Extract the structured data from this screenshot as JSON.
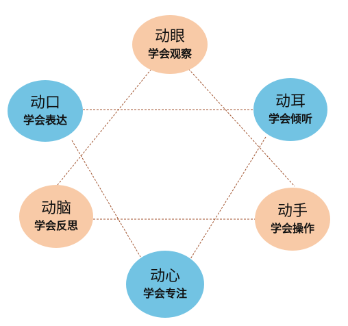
{
  "nodes": {
    "eye": {
      "title": "动眼",
      "subtitle": "学会观察",
      "color": "#f8caa7"
    },
    "mouth": {
      "title": "动口",
      "subtitle": "学会表达",
      "color": "#72c3e3"
    },
    "ear": {
      "title": "动耳",
      "subtitle": "学会倾听",
      "color": "#72c3e3"
    },
    "brain": {
      "title": "动脑",
      "subtitle": "学会反思",
      "color": "#f8caa7"
    },
    "hand": {
      "title": "动手",
      "subtitle": "学会操作",
      "color": "#f8caa7"
    },
    "heart": {
      "title": "动心",
      "subtitle": "学会专注",
      "color": "#72c3e3"
    }
  },
  "connector_color": "#a0522d"
}
